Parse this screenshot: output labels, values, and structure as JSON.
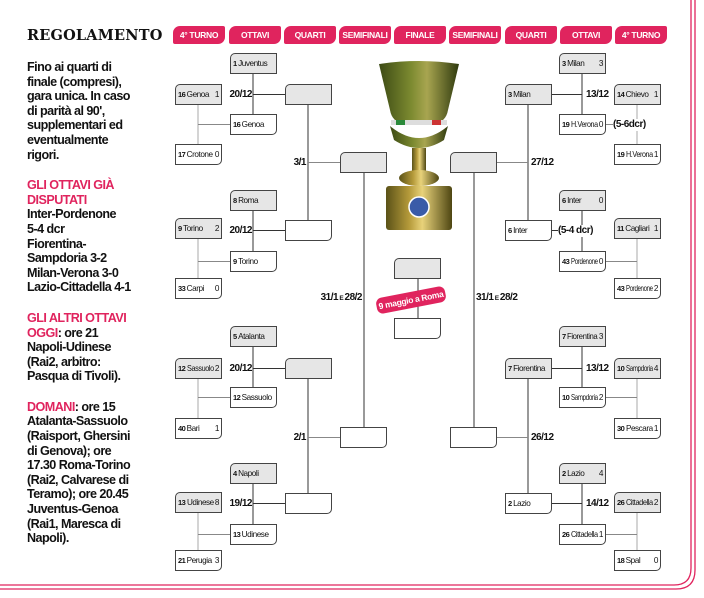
{
  "sidebar": {
    "title": "REGOLAMENTO",
    "rules": [
      "Fino ai quarti di",
      "finale (compresi),",
      "gara unica. In caso",
      "di parità al 90',",
      "supplementari ed",
      "eventualmente",
      "rigori."
    ],
    "played_heading": [
      "GLI OTTAVI GIÀ",
      "DISPUTATI"
    ],
    "played": [
      "Inter-Pordenone",
      "5-4 dcr",
      "Fiorentina-",
      "Sampdoria 3-2",
      "Milan-Verona 3-0",
      "Lazio-Cittadella 4-1"
    ],
    "today_heading": [
      "GLI ALTRI OTTAVI",
      "OGGI"
    ],
    "today": [
      ": ore 21",
      "Napoli-Udinese",
      "(Rai2, arbitro:",
      "Pasqua di Tivoli)."
    ],
    "tomorrow_heading": "DOMANI",
    "tomorrow": [
      ": ore 15",
      "Atalanta-Sassuolo",
      "(Raisport, Ghersini",
      "di Genova); ore",
      "17.30 Roma-Torino",
      "(Rai2, Calvarese di",
      "Teramo); ore 20.45",
      "Juventus-Genoa",
      "(Rai1, Maresca di",
      "Napoli)."
    ]
  },
  "tabs": [
    "4° TURNO",
    "OTTAVI",
    "QUARTI",
    "SEMIFINALI",
    "FINALE",
    "SEMIFINALI",
    "QUARTI",
    "OTTAVI",
    "4° TURNO"
  ],
  "left": {
    "turno4": [
      {
        "seed": "16",
        "name": "Genoa",
        "score": "1"
      },
      {
        "seed": "17",
        "name": "Crotone",
        "score": "0"
      },
      {
        "seed": "9",
        "name": "Torino",
        "score": "2"
      },
      {
        "seed": "33",
        "name": "Carpi",
        "score": "0"
      },
      {
        "seed": "12",
        "name": "Sassuolo",
        "score": "2"
      },
      {
        "seed": "40",
        "name": "Bari",
        "score": "1"
      },
      {
        "seed": "13",
        "name": "Udinese",
        "score": "8"
      },
      {
        "seed": "21",
        "name": "Perugia",
        "score": "3"
      }
    ],
    "ottavi": [
      {
        "seed": "1",
        "name": "Juventus",
        "score": ""
      },
      {
        "seed": "16",
        "name": "Genoa",
        "score": ""
      },
      {
        "seed": "8",
        "name": "Roma",
        "score": ""
      },
      {
        "seed": "9",
        "name": "Torino",
        "score": ""
      },
      {
        "seed": "5",
        "name": "Atalanta",
        "score": ""
      },
      {
        "seed": "12",
        "name": "Sassuolo",
        "score": ""
      },
      {
        "seed": "4",
        "name": "Napoli",
        "score": ""
      },
      {
        "seed": "13",
        "name": "Udinese",
        "score": ""
      }
    ],
    "ottavi_dates": [
      "20/12",
      "20/12",
      "20/12",
      "19/12"
    ],
    "quarti_dates": [
      "3/1",
      "2/1"
    ],
    "semi_date": {
      "a": "31/1",
      "sep": "E",
      "b": "28/2"
    }
  },
  "right": {
    "turno4": [
      {
        "seed": "14",
        "name": "Chievo",
        "score": "1"
      },
      {
        "seed": "19",
        "name": "H.Verona",
        "score": "1"
      },
      {
        "seed": "11",
        "name": "Cagliari",
        "score": "1"
      },
      {
        "seed": "43",
        "name": "Pordenone",
        "score": "2"
      },
      {
        "seed": "10",
        "name": "Sampdoria",
        "score": "4"
      },
      {
        "seed": "30",
        "name": "Pescara",
        "score": "1"
      },
      {
        "seed": "26",
        "name": "Cittadella",
        "score": "2"
      },
      {
        "seed": "18",
        "name": "Spal",
        "score": "0"
      }
    ],
    "turno4_notes": [
      "(5-6dcr)"
    ],
    "ottavi": [
      {
        "seed": "3",
        "name": "Milan",
        "score": "3"
      },
      {
        "seed": "19",
        "name": "H.Verona",
        "score": "0"
      },
      {
        "seed": "6",
        "name": "Inter",
        "score": "0"
      },
      {
        "seed": "43",
        "name": "Pordenone",
        "score": "0"
      },
      {
        "seed": "7",
        "name": "Fiorentina",
        "score": "3"
      },
      {
        "seed": "10",
        "name": "Sampdoria",
        "score": "2"
      },
      {
        "seed": "2",
        "name": "Lazio",
        "score": "4"
      },
      {
        "seed": "26",
        "name": "Cittadella",
        "score": "1"
      }
    ],
    "quarti": [
      {
        "seed": "3",
        "name": "Milan",
        "score": ""
      },
      {
        "seed": "6",
        "name": "Inter",
        "score": ""
      },
      {
        "seed": "7",
        "name": "Fiorentina",
        "score": ""
      },
      {
        "seed": "2",
        "name": "Lazio",
        "score": ""
      }
    ],
    "ottavi_dates": [
      "13/12",
      "(5-4 dcr)",
      "13/12",
      "14/12"
    ],
    "quarti_dates": [
      "27/12",
      "26/12"
    ],
    "semi_date": {
      "a": "31/1",
      "sep": "E",
      "b": "28/2"
    }
  },
  "final": {
    "tag": "9 maggio a Roma"
  },
  "colors": {
    "accent": "#e0245e",
    "filled_box": "#e6e6e6"
  }
}
